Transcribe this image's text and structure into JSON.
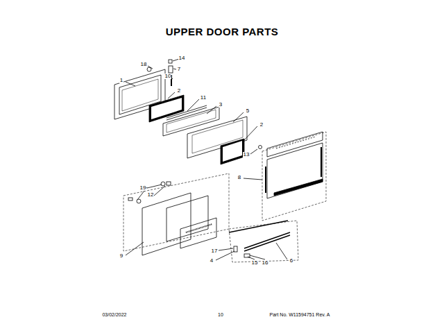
{
  "diagram": {
    "title": "UPPER DOOR PARTS",
    "labels": [
      "18",
      "14",
      "7",
      "1",
      "10",
      "2",
      "11",
      "3",
      "5",
      "2",
      "13",
      "8",
      "19",
      "12",
      "9",
      "17",
      "4",
      "15",
      "16",
      "6",
      "03/02/2022",
      "10",
      "Part No. W11594751  Rev. A"
    ]
  }
}
